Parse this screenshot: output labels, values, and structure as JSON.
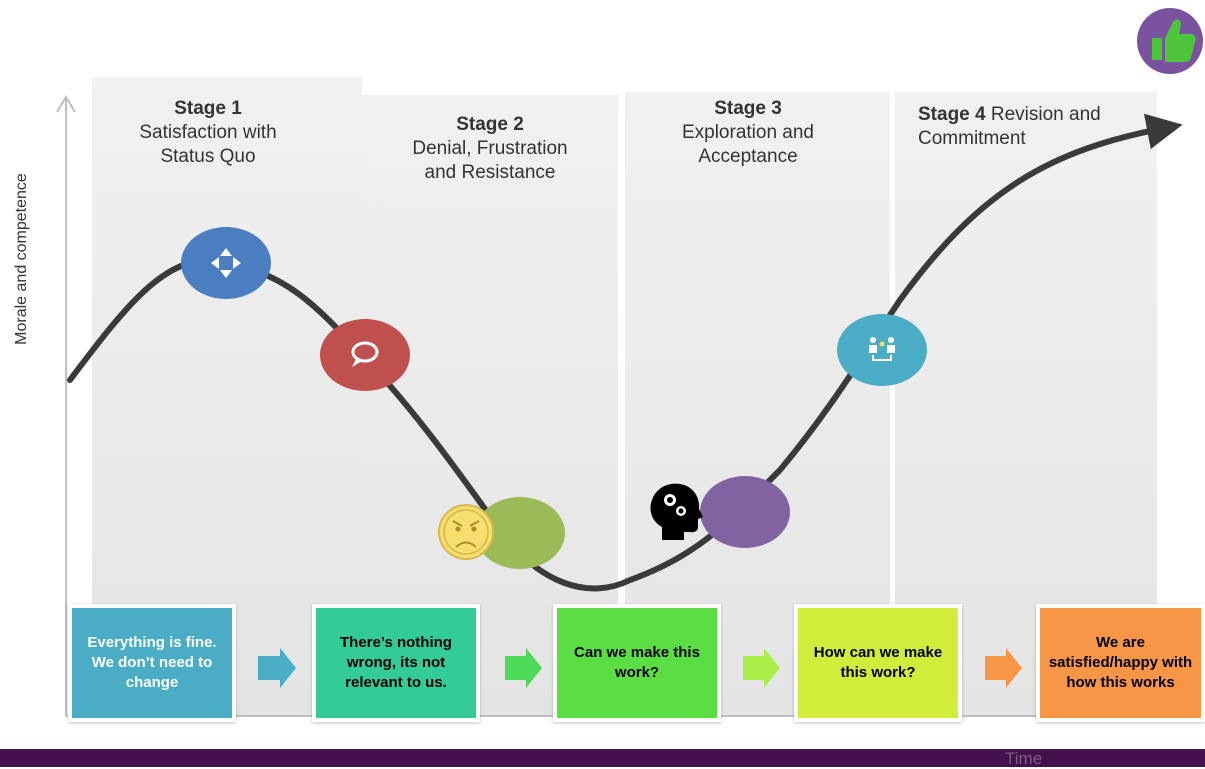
{
  "y_axis_label": "Morale and competence",
  "x_axis_label": "Time",
  "stages": [
    {
      "number": "Stage 1",
      "name": "Satisfaction with Status Quo"
    },
    {
      "number": "Stage 2",
      "name": "Denial, Frustration  and Resistance"
    },
    {
      "number": "Stage 3",
      "name": "Exploration and Acceptance"
    },
    {
      "number": "Stage 4",
      "name": "Revision and Commitment"
    }
  ],
  "steps": [
    {
      "text": "Everything is fine. We don’t need to change",
      "color": "#4bacc6"
    },
    {
      "text": "There’s nothing wrong, its not relevant to us.",
      "color": "#33cc99"
    },
    {
      "text": "Can we make this work?",
      "color": "#5bde44"
    },
    {
      "text": "How can we make this work?",
      "color": "#d1ec3a"
    },
    {
      "text": "We are satisfied/happy with how this works",
      "color": "#f79646"
    }
  ],
  "curve_markers": [
    {
      "icon": "move-arrows-icon",
      "color": "#4a7ec0"
    },
    {
      "icon": "speech-bubble-icon",
      "color": "#c0504d"
    },
    {
      "icon": "angry-face-icon",
      "color": "#9bbb59"
    },
    {
      "icon": "head-gears-icon",
      "color": "#8064a2"
    },
    {
      "icon": "people-network-icon",
      "color": "#4bacc6"
    }
  ],
  "thumbs_up_icon": "thumbs-up-icon",
  "bottom_bar_color": "#45114c"
}
